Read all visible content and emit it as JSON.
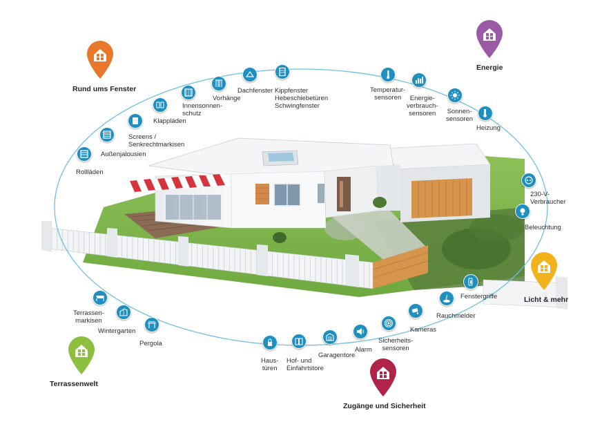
{
  "colors": {
    "ring": "#6fbfe0",
    "dot": "#1f8fbf",
    "fenster": "#e8762b",
    "energie": "#9b5aa6",
    "licht": "#f2b21b",
    "terrasse": "#8fbf3f",
    "zugaenge": "#b0244a"
  },
  "categories": {
    "fenster": "Rund ums Fenster",
    "energie": "Energie",
    "licht": "Licht & mehr",
    "terrasse": "Terrassenwelt",
    "zugaenge": "Zugänge und Sicherheit"
  },
  "items": {
    "rolllaeden": "Rollläden",
    "aussenjalousien": "Außenjalousien",
    "screens": "Screens /\nSenkrechtmarkisen",
    "klapplaeden": "Klappläden",
    "innensonnenschutz": "Innensonnen-\nschutz",
    "vorhaenge": "Vorhänge",
    "dachfenster": "Dachfenster",
    "kippfenster": "Kippfenster\nHebeschiebetüren\nSchwingfenster",
    "temperatursensoren": "Temperatur-\nsensoren",
    "energieverbrauch": "Energie-\nverbrauch-\nsensoren",
    "sonnensensoren": "Sonnen-\nsensoren",
    "heizung": "Heizung",
    "verbraucher": "230-V-\nVerbraucher",
    "beleuchtung": "Beleuchtung",
    "fenstergriffe": "Fenstergriffe",
    "rauchmelder": "Rauchmelder",
    "kameras": "Kameras",
    "sicherheitssensoren": "Sicherheits-\nsensoren",
    "alarm": "Alarm",
    "garagentore": "Garagentore",
    "hofeinfahrtstore": "Hof- und\nEinfahrtstore",
    "haustueren": "Haus-\ntüren",
    "pergola": "Pergola",
    "wintergarten": "Wintergarten",
    "terrassenmarkisen": "Terrassen-\nmarkisen"
  }
}
